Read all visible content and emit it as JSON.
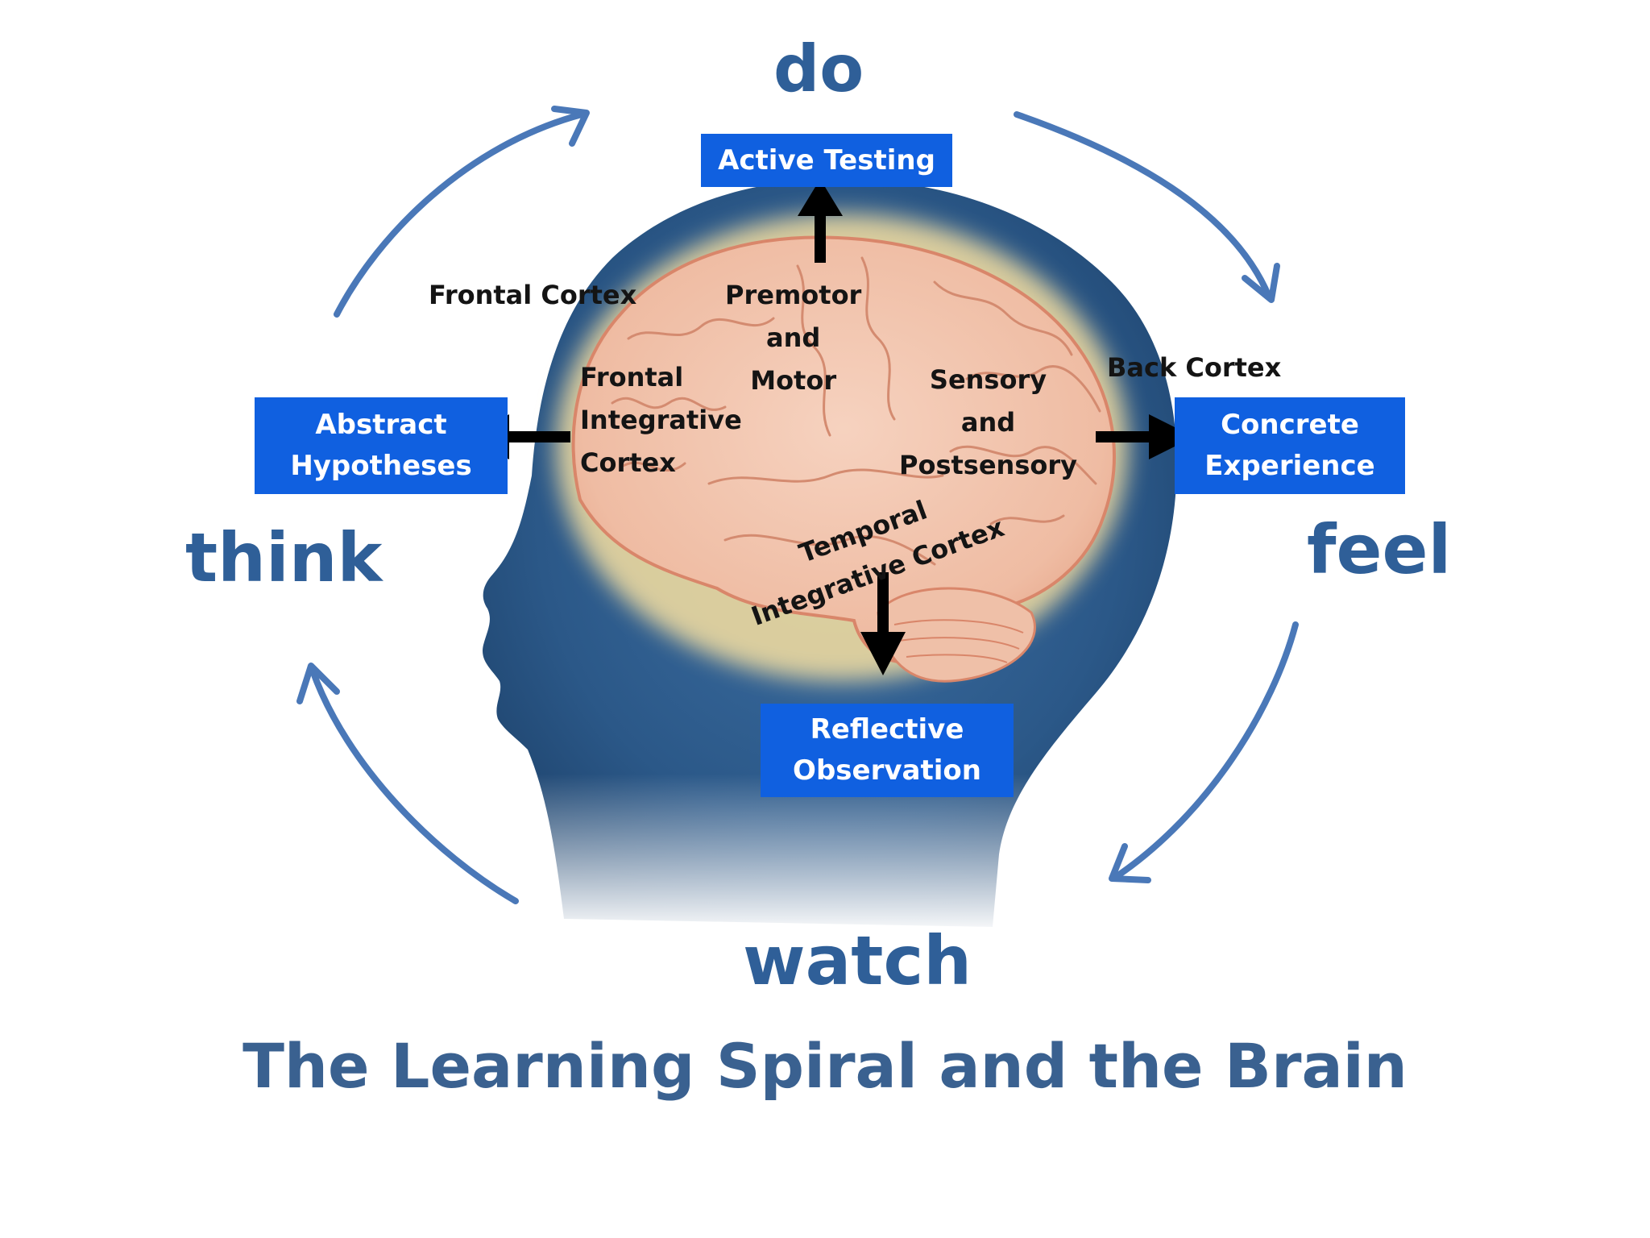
{
  "title": "The Learning Spiral and the Brain",
  "cycle_words": {
    "do": "do",
    "think": "think",
    "feel": "feel",
    "watch": "watch"
  },
  "stages": {
    "active_testing": [
      "Active Testing"
    ],
    "abstract_hypotheses": [
      "Abstract",
      "Hypotheses"
    ],
    "concrete_experience": [
      "Concrete",
      "Experience"
    ],
    "reflective_observation": [
      "Reflective",
      "Observation"
    ]
  },
  "brain_regions": {
    "frontal_cortex": [
      "Frontal Cortex"
    ],
    "premotor_motor": [
      "Premotor",
      "and",
      "Motor"
    ],
    "frontal_integrative": [
      "Frontal",
      "Integrative",
      "Cortex"
    ],
    "sensory_postsensory": [
      "Sensory",
      "and",
      "Postsensory"
    ],
    "back_cortex": [
      "Back Cortex"
    ],
    "temporal_integrative": [
      "Temporal",
      "Integrative Cortex"
    ]
  },
  "colors": {
    "cycle_text": "#2f5f98",
    "cycle_arrow": "#4a78b8",
    "box_fill": "#1060e0",
    "box_text": "#ffffff",
    "head": "#2c5a8a",
    "brain": "#f2c4ad",
    "brain_glow": "#f7e0a0",
    "title": "#3a6190"
  },
  "icons": [
    "head-silhouette",
    "brain-illustration",
    "cycle-arrow",
    "black-arrow"
  ]
}
